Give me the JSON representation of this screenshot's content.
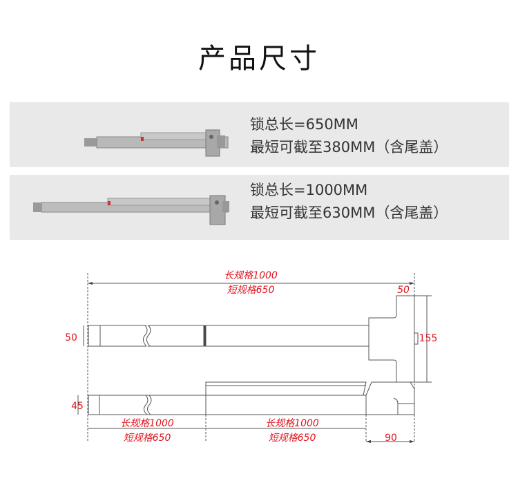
{
  "title": "产品尺寸",
  "products": [
    {
      "line1": "锁总长=650MM",
      "line2": "最短可截至380MM（含尾盖）"
    },
    {
      "line1": "锁总长=1000MM",
      "line2": "最短可截至630MM（含尾盖）"
    }
  ],
  "diagram": {
    "overall_long": "长规格1000",
    "overall_short": "短规格650",
    "flange_width": "50",
    "bar_height": "50",
    "head_height": "155",
    "side_height": "45",
    "left_long": "长规格1000",
    "left_short": "短规格650",
    "mid_long": "长规格1000",
    "mid_short": "短规格650",
    "cap_length": "90"
  },
  "colors": {
    "dimension_text": "#e0141e",
    "line": "#555555",
    "band": "#e9e9e9"
  }
}
